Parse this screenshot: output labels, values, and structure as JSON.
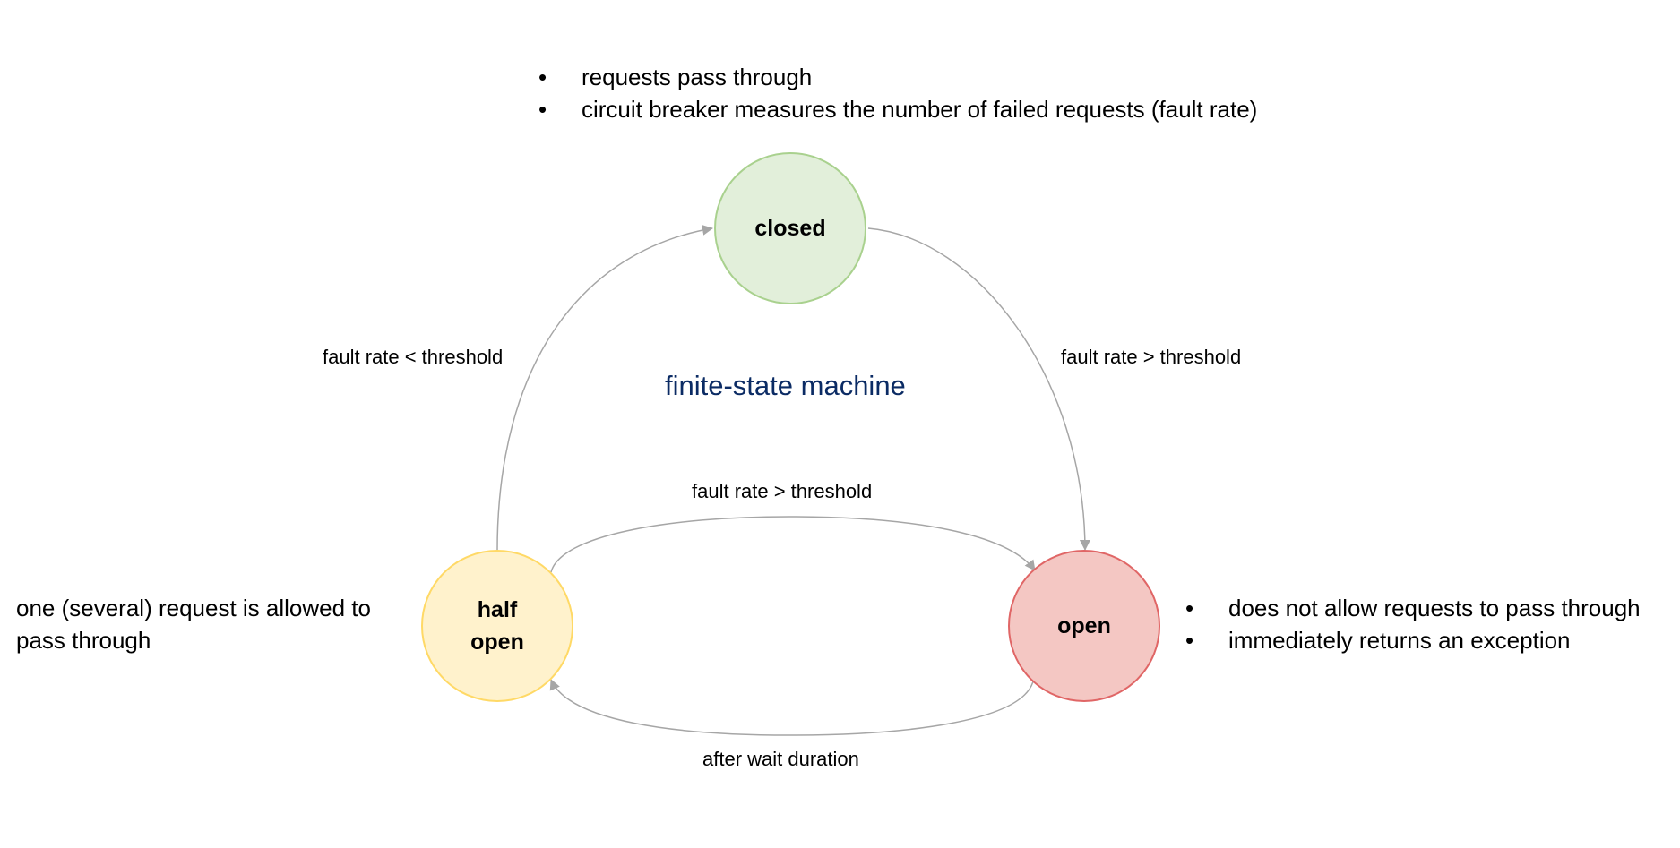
{
  "closed_notes": [
    "requests pass through",
    "circuit breaker measures the number of failed requests (fault rate)"
  ],
  "center_title": "finite-state machine",
  "states": {
    "closed": {
      "label": "closed",
      "fill": "#e2efda",
      "stroke": "#a9d18e"
    },
    "half_open": {
      "label": "half open",
      "fill": "#fff2cc",
      "stroke": "#ffd966"
    },
    "open": {
      "label": "open",
      "fill": "#f4c7c3",
      "stroke": "#e06666"
    }
  },
  "transitions": {
    "half_open_to_closed": "fault rate < threshold",
    "closed_to_open": "fault rate > threshold",
    "half_open_to_open": "fault rate > threshold",
    "open_to_half_open": "after wait duration"
  },
  "half_open_note": "one (several) request is allowed to pass through",
  "open_notes": [
    "does not allow requests to pass through",
    "immediately returns an exception"
  ],
  "colors": {
    "arrow": "#a6a6a6",
    "title": "#0b2b64"
  }
}
